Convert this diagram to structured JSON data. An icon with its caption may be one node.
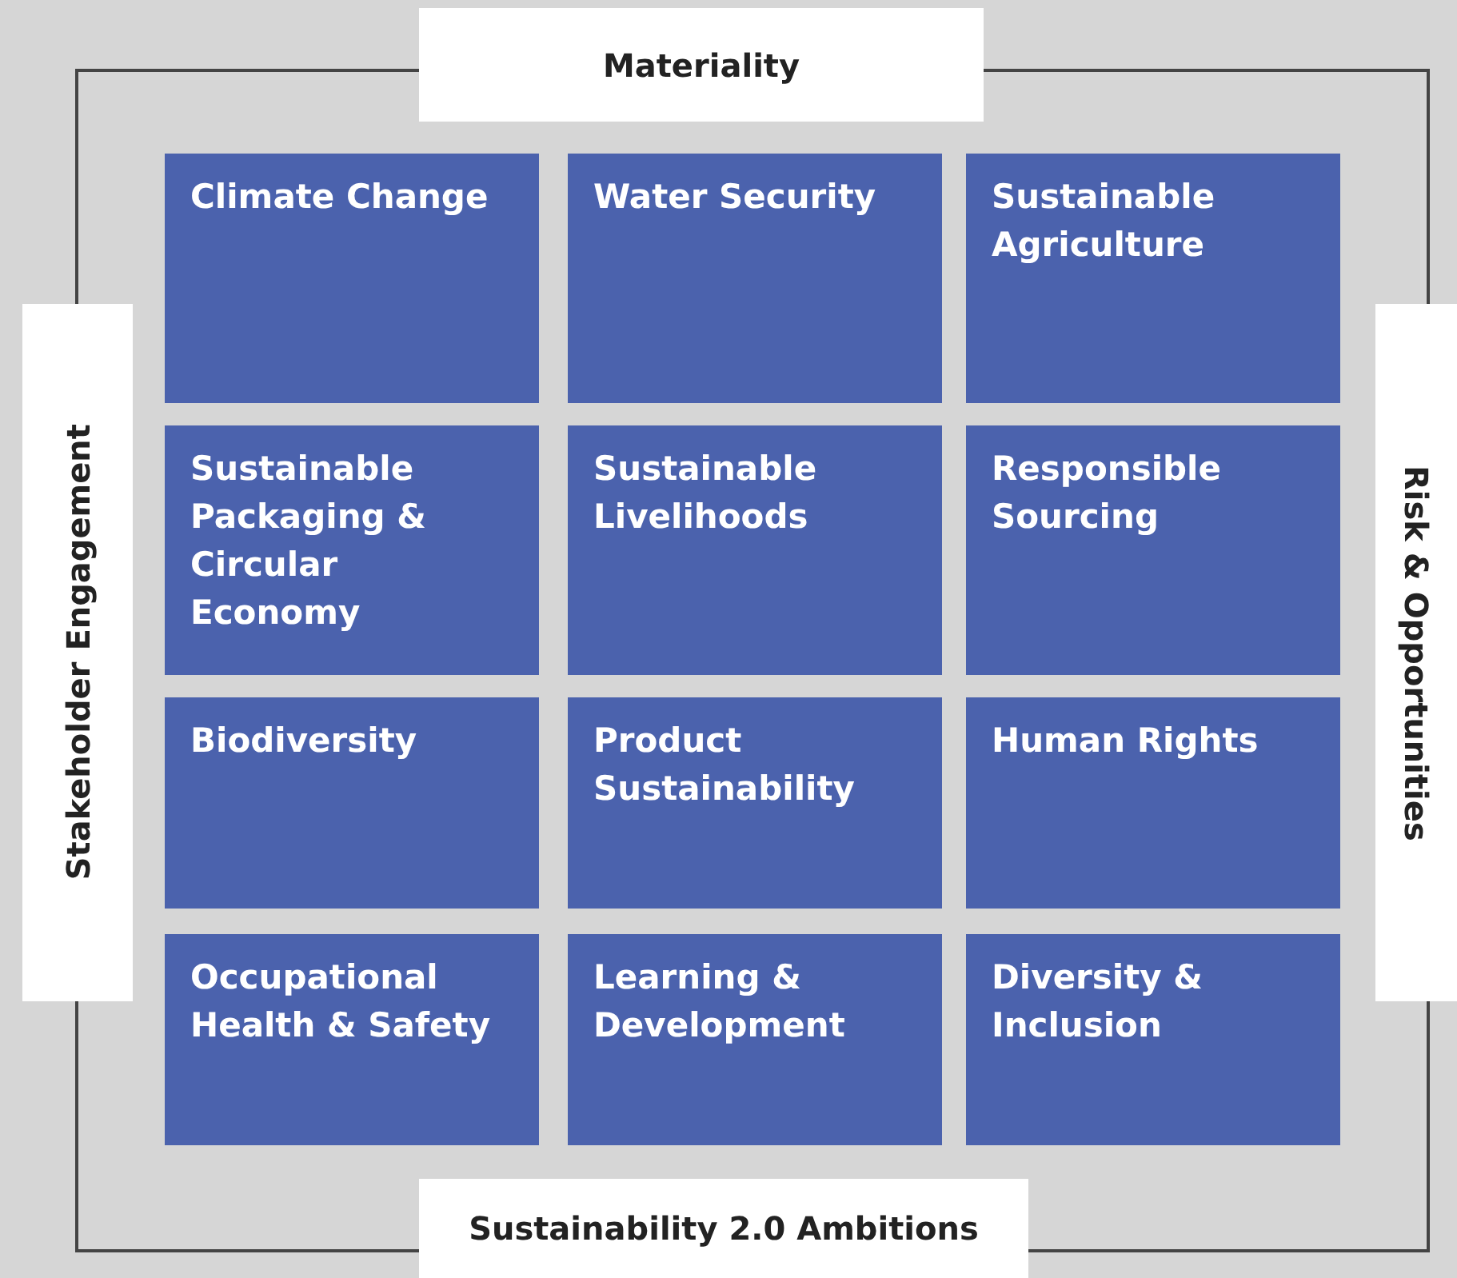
{
  "diagram": {
    "nodes": [
      {
        "text": [
          "Materiality"
        ]
      },
      {
        "text": [
          "Stakeholder Engagement"
        ]
      },
      {
        "text": [
          "Climate Change"
        ]
      },
      {
        "text": [
          "Water Security"
        ]
      },
      {
        "text": [
          "Sustainable Agriculture"
        ]
      },
      {
        "text": [
          "Sustainable Packaging & Circular Economy"
        ]
      },
      {
        "text": [
          "Sustainable Livelihoods"
        ]
      },
      {
        "text": [
          "Responsible Sourcing"
        ]
      },
      {
        "text": [
          "Biodiversity"
        ]
      },
      {
        "text": [
          "Product Sustainability"
        ]
      },
      {
        "text": [
          "Human Rights"
        ]
      },
      {
        "text": [
          "Occupational Health & Safety"
        ]
      },
      {
        "text": [
          "Learning & Development"
        ]
      },
      {
        "text": [
          "Diversity & Inclusion"
        ]
      },
      {
        "text": [
          "Risk & Opportunities"
        ]
      },
      {
        "text": [
          "Sustainability 2.0 Ambitions"
        ]
      }
    ]
  }
}
